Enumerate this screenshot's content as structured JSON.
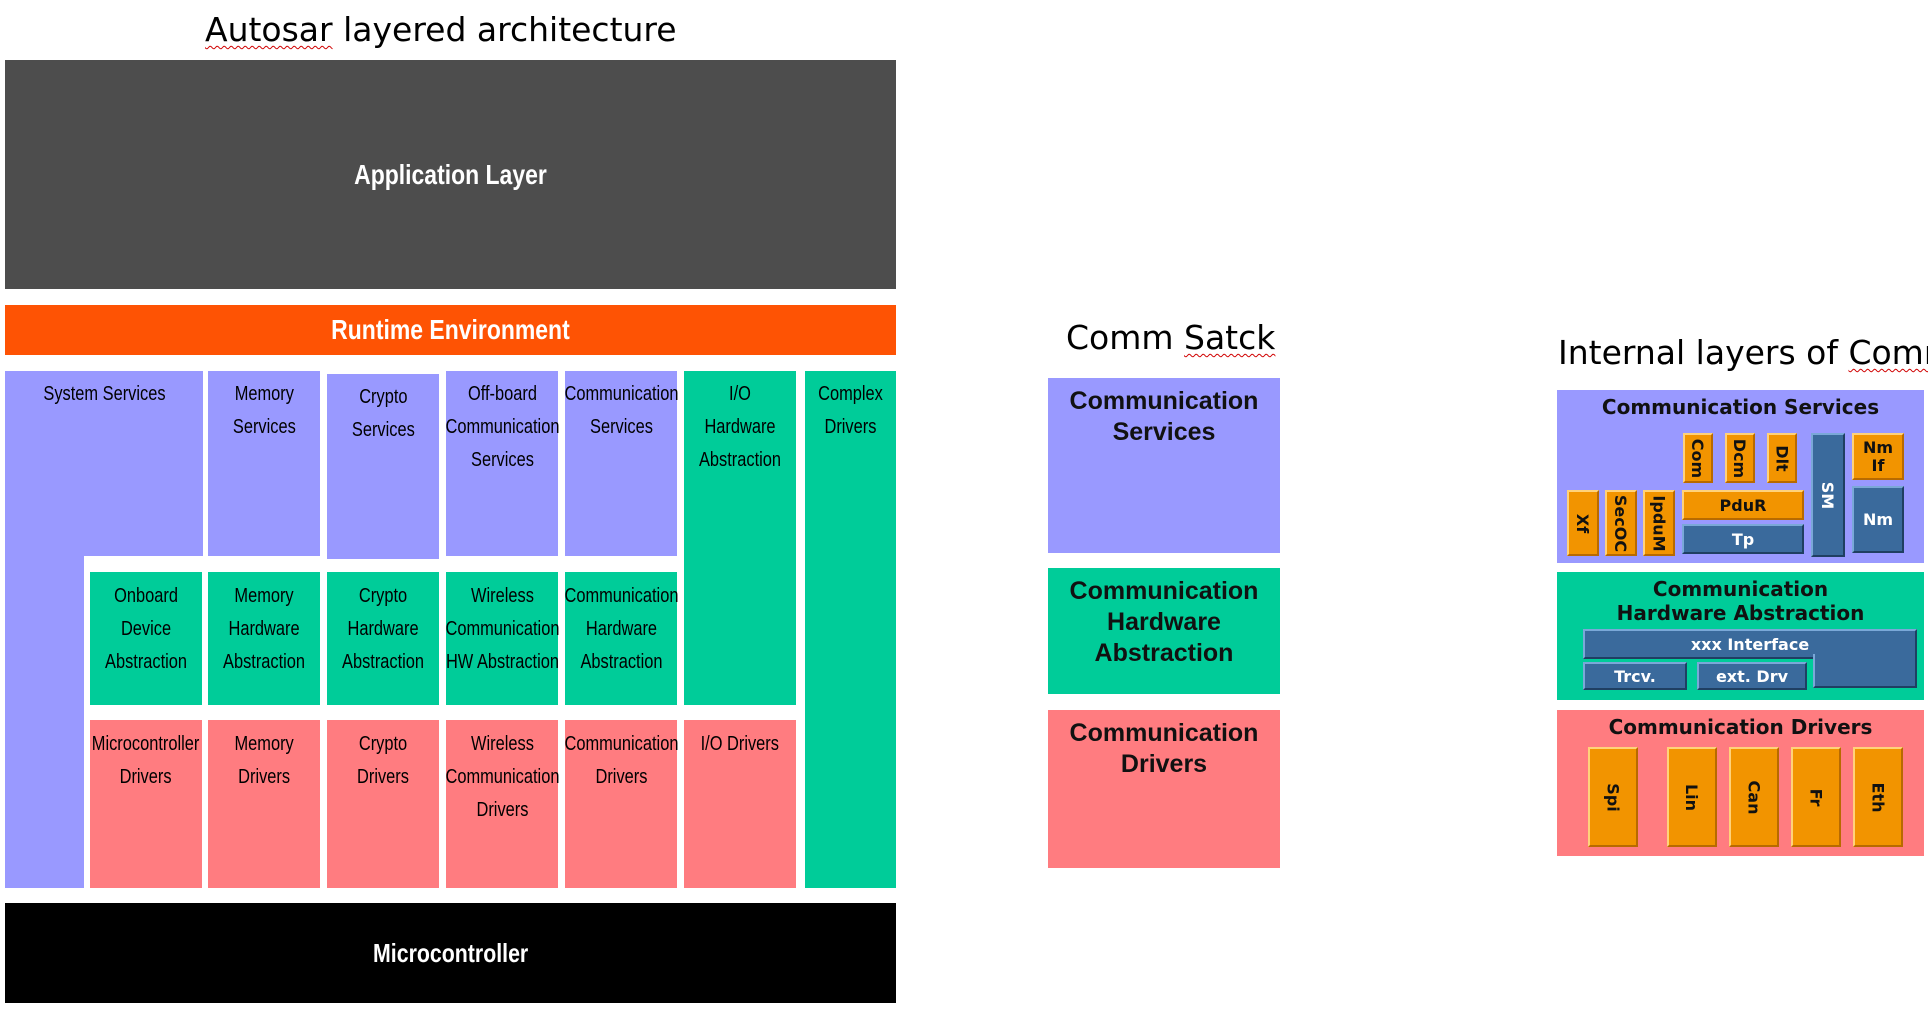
{
  "colors": {
    "application": "#4d4d4d",
    "runtime": "#fe5304",
    "services": "#9999ff",
    "abstraction": "#00cc99",
    "drivers": "#ff7c80",
    "microcontroller": "#000000",
    "module_orange": "#f29400",
    "module_blue": "#3a6a9c"
  },
  "autosar": {
    "title_prefix": "Autosar",
    "title_suffix": " layered architecture",
    "application_layer": "Application Layer",
    "runtime_environment": "Runtime Environment",
    "microcontroller": "Microcontroller",
    "system_services": "System Services",
    "memory_services": "Memory\nServices",
    "crypto_services": "Crypto\nServices",
    "offboard_services": "Off-board\nCommunication\nServices",
    "communication_services": "Communication\nServices",
    "io_hw_abstraction": "I/O Hardware\nAbstraction",
    "complex_drivers": "Complex\nDrivers",
    "onboard_device_abstraction": "Onboard\nDevice\nAbstraction",
    "memory_hw_abstraction": "Memory\nHardware\nAbstraction",
    "crypto_hw_abstraction": "Crypto\nHardware\nAbstraction",
    "wireless_hw_abstraction": "Wireless\nCommunication\nHW Abstraction",
    "comm_hw_abstraction": "Communication\nHardware\nAbstraction",
    "microcontroller_drivers": "Microcontroller\nDrivers",
    "memory_drivers": "Memory\nDrivers",
    "crypto_drivers": "Crypto Drivers",
    "wireless_drivers": "Wireless\nCommunication\nDrivers",
    "comm_drivers": "Communication\nDrivers",
    "io_drivers": "I/O Drivers"
  },
  "comm_stack": {
    "title_prefix": "Comm ",
    "title_word": "Satck",
    "services": "Communication\nServices",
    "hw_abstraction": "Communication\nHardware\nAbstraction",
    "drivers": "Communication\nDrivers"
  },
  "internal": {
    "title_prefix": "Internal layers of ",
    "title_word": "Comm",
    "services_title": "Communication Services",
    "hw_abstraction_title": "Communication\nHardware Abstraction",
    "drivers_title": "Communication Drivers",
    "modules": {
      "com": "Com",
      "dcm": "Dcm",
      "dlt": "Dlt",
      "sm": "SM",
      "nm_if": "Nm\nIf",
      "nm": "Nm",
      "xf": "Xf",
      "secoc": "SecOC",
      "ipdum": "IpduM",
      "pdur": "PduR",
      "tp": "Tp",
      "xxx_interface": "xxx Interface",
      "trcv": "Trcv.",
      "ext_drv": "ext. Drv",
      "spi": "Spi",
      "lin": "Lin",
      "can": "Can",
      "fr": "Fr",
      "eth": "Eth"
    }
  }
}
